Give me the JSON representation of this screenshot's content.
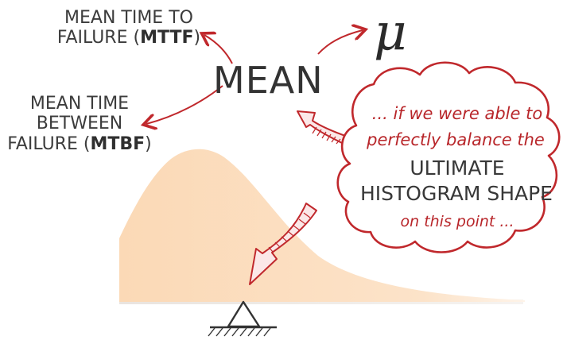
{
  "labels": {
    "mttf_line1": "MEAN TIME TO",
    "mttf_line2_prefix": "FAILURE (",
    "mttf_abbr": "MTTF",
    "mttf_suffix": ")",
    "mtbf_line1": "MEAN TIME",
    "mtbf_line2": "BETWEEN",
    "mtbf_line3_prefix": "FAILURE (",
    "mtbf_abbr": "MTBF",
    "mtbf_suffix": ")",
    "mean": "MEAN",
    "mu": "μ"
  },
  "cloud": {
    "line1": "... if we were able to",
    "line2": "perfectly balance the",
    "line3": "ULTIMATE",
    "line4": "HISTOGRAM SHAPE",
    "line5": "on this point ..."
  },
  "colors": {
    "accent_red": "#c0282c",
    "histogram_fill": "#fbdcbd",
    "ink": "#333333"
  }
}
